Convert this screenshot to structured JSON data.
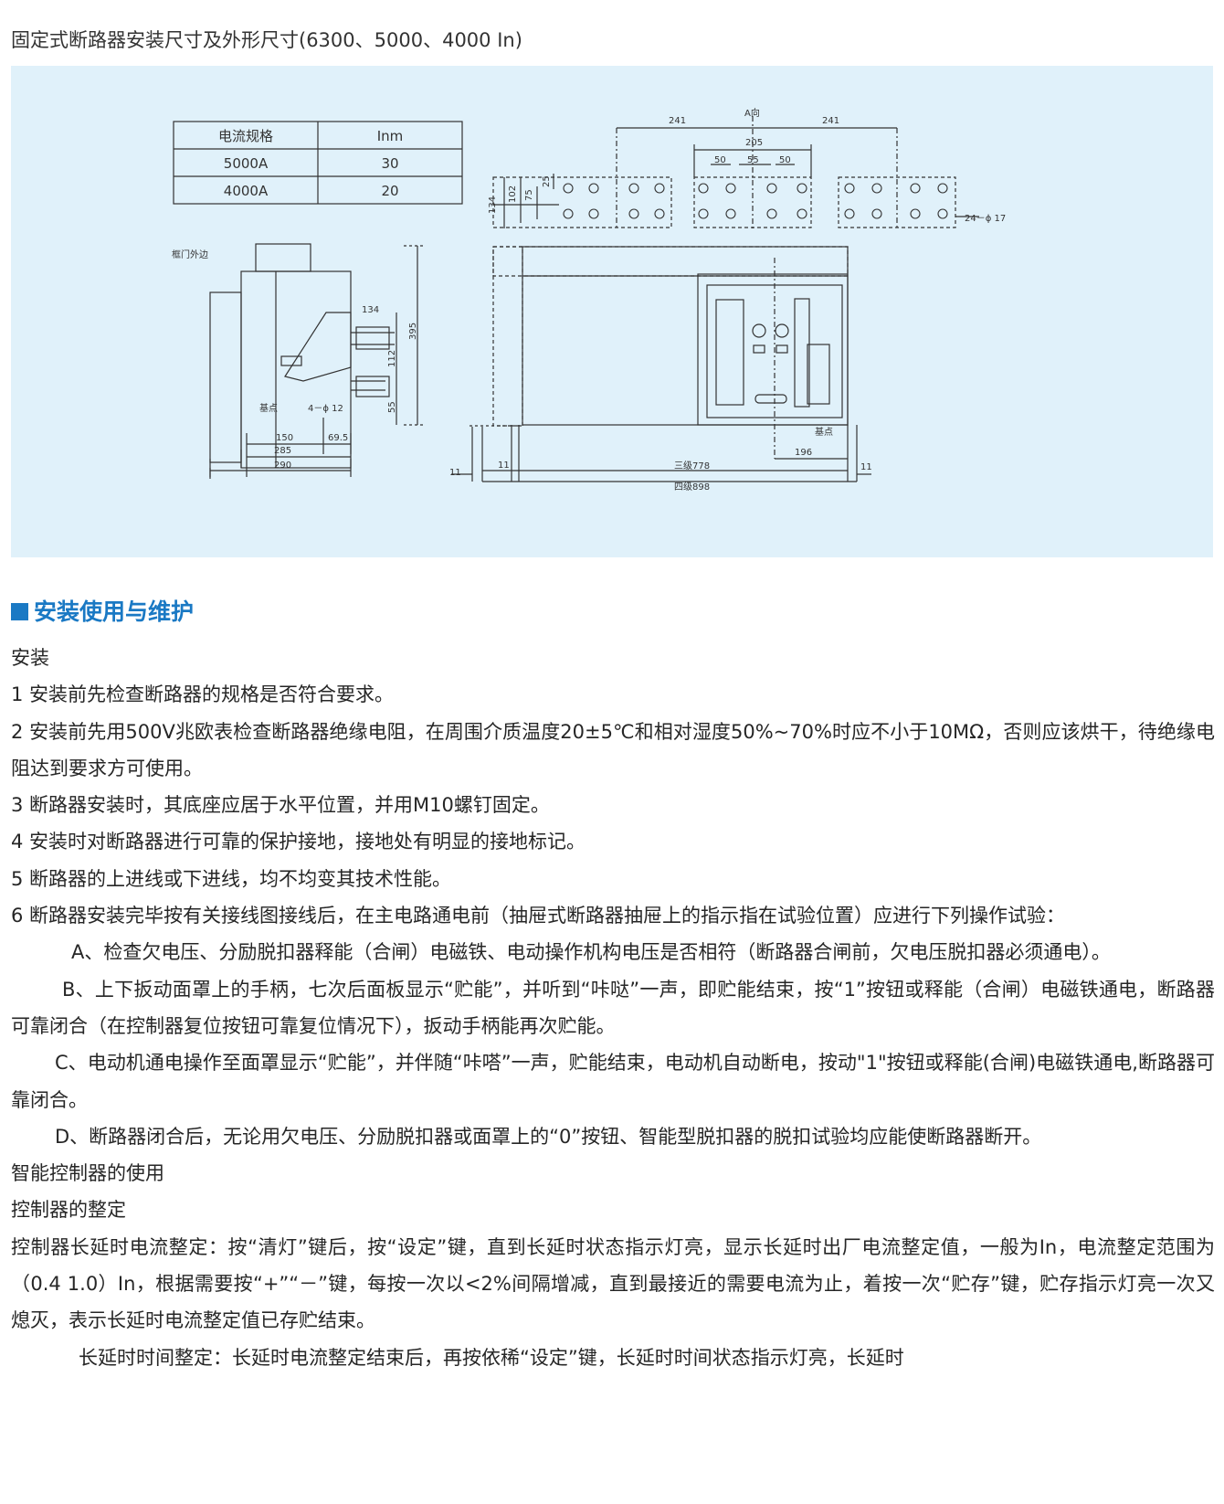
{
  "title": "固定式断路器安装尺寸及外形尺寸(6300、5000、4000 In)",
  "figure": {
    "table": {
      "headers": [
        "电流规格",
        "Inm"
      ],
      "rows": [
        [
          "5000A",
          "30"
        ],
        [
          "4000A",
          "20"
        ]
      ]
    },
    "labels": {
      "frame_edge": "框门外边",
      "datum_left": "基点",
      "datum_right": "基点",
      "direction_a": "A向",
      "holes_left": "4－ϕ 12",
      "holes_top": "24－ϕ 17",
      "three_pole": "三级778",
      "four_pole": "四级898"
    },
    "dims": {
      "d241a": "241",
      "d241b": "241",
      "d205": "205",
      "d50a": "50",
      "d55": "55",
      "d50b": "50",
      "d134": "134",
      "d102": "102",
      "d75": "75",
      "d25": "25",
      "d134s": "134",
      "d395": "395",
      "d112": "112",
      "d55s": "55",
      "d150": "150",
      "d69": "69.5",
      "d285": "285",
      "d290": "290",
      "d11a": "11",
      "d11b": "11",
      "d11c": "11",
      "d196": "196"
    }
  },
  "section": {
    "title": "安装使用与维护"
  },
  "paragraphs": [
    "安装",
    "1 安装前先检查断路器的规格是否符合要求。",
    "2 安装前先用500V兆欧表检查断路器绝缘电阻，在周围介质温度20±5℃和相对湿度50%~70%时应不小于10MΩ，否则应该烘干，待绝缘电阻达到要求方可使用。",
    "3 断路器安装时，其底座应居于水平位置，并用M10螺钉固定。",
    "4 安装时对断路器进行可靠的保护接地，接地处有明显的接地标记。",
    "5 断路器的上进线或下进线，均不均变其技术性能。",
    "6 断路器安装完毕按有关接线图接线后，在主电路通电前（抽屉式断路器抽屉上的指示指在试验位置）应进行下列操作试验：",
    "A、检查欠电压、分励脱扣器释能（合闸）电磁铁、电动操作机构电压是否相符（断路器合闸前，欠电压脱扣器必须通电）。",
    "B、上下扳动面罩上的手柄，七次后面板显示“贮能”，并听到“咔哒”一声，即贮能结束，按“1”按钮或释能（合闸）电磁铁通电，断路器可靠闭合（在控制器复位按钮可靠复位情况下），扳动手柄能再次贮能。",
    "C、电动机通电操作至面罩显示“贮能”，并伴随“咔嗒”一声，贮能结束，电动机自动断电，按动\"1\"按钮或释能(合闸)电磁铁通电,断路器可靠闭合。",
    "D、断路器闭合后，无论用欠电压、分励脱扣器或面罩上的“0”按钮、智能型脱扣器的脱扣试验均应能使断路器断开。",
    "智能控制器的使用",
    "控制器的整定",
    "控制器长延时电流整定：按“清灯”键后，按“设定”键，直到长延时状态指示灯亮，显示长延时出厂电流整定值，一般为In，电流整定范围为（0.4 1.0）In，根据需要按“+”“－”键，每按一次以<2%间隔增减，直到最接近的需要电流为止，着按一次“贮存”键，贮存指示灯亮一次又熄灭，表示长延时电流整定值已存贮结束。",
    "长延时时间整定：长延时电流整定结束后，再按依稀“设定”键，长延时时间状态指示灯亮，长延时"
  ]
}
